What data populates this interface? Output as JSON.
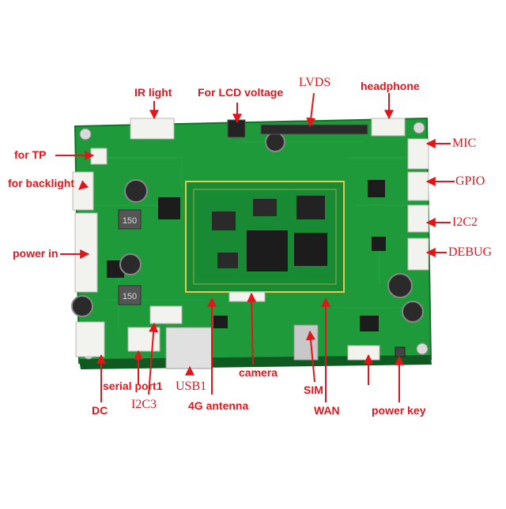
{
  "labels": {
    "ir_light": "IR light",
    "lcd_voltage": "For LCD voltage",
    "lvds": "LVDS",
    "headphone": "headphone",
    "tp": "for TP",
    "backlight": "for backlight",
    "mic": "MIC",
    "gpio": "GPIO",
    "i2c2": "I2C2",
    "power_in": "power in",
    "debug": "DEBUG",
    "serial_port1": "serial port1",
    "usb1": "USB1",
    "camera": "camera",
    "sim": "SIM",
    "power_key": "power key",
    "dc": "DC",
    "i2c3": "I2C3",
    "antenna_4g": "4G antenna",
    "wan": "WAN"
  },
  "colors": {
    "annotation": "#e4141b",
    "pcb": "#1f9a3a",
    "pcb_dark": "#167a2c",
    "chip": "#1c1c1c",
    "connector": "#f2f2ee",
    "background": "#ffffff"
  },
  "board_markings": {
    "inductor_1": "150",
    "inductor_2": "150"
  }
}
